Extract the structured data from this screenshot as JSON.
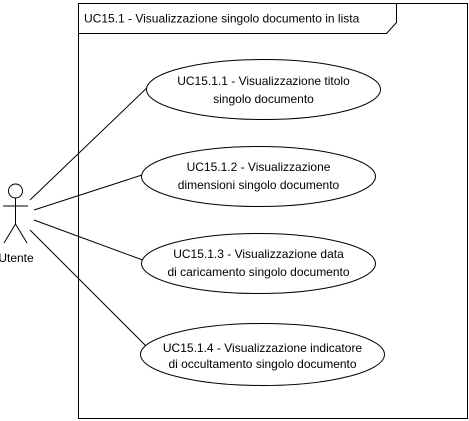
{
  "system": {
    "title": "UC15.1 - Visualizzazione singolo documento in lista"
  },
  "actor": {
    "label": "Utente"
  },
  "use_cases": [
    {
      "line1": "UC15.1.1 - Visualizzazione titolo",
      "line2": "singolo documento"
    },
    {
      "line1": "UC15.1.2 - Visualizzazione",
      "line2": "dimensioni singolo documento"
    },
    {
      "line1": "UC15.1.3 - Visualizzazione data",
      "line2": "di caricamento singolo documento"
    },
    {
      "line1": "UC15.1.4 - Visualizzazione indicatore",
      "line2": "di occultamento singolo documento"
    }
  ],
  "colors": {
    "stroke": "#000000",
    "fill": "#ffffff"
  }
}
